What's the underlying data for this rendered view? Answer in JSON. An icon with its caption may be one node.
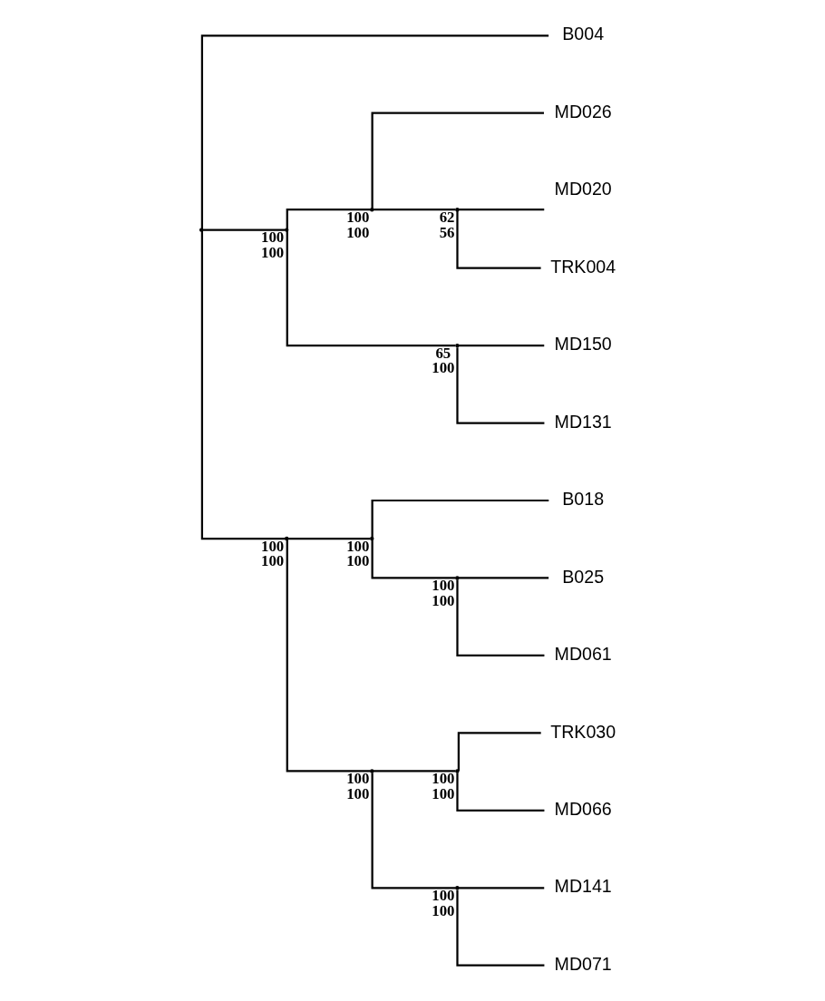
{
  "diagram": {
    "nodes": [
      {
        "text": [],
        "shape": "point"
      },
      {
        "text": [
          "B004"
        ]
      },
      {
        "text": [],
        "shape": "point",
        "beside": [
          "100",
          "100"
        ]
      },
      {
        "text": [],
        "shape": "point",
        "beside": [
          "100",
          "100"
        ]
      },
      {
        "text": [
          "MD026"
        ]
      },
      {
        "text": [],
        "shape": "point",
        "beside": [
          "62",
          "56"
        ]
      },
      {
        "text": [
          "MD020"
        ]
      },
      {
        "text": [
          "TRK004"
        ]
      },
      {
        "text": [],
        "shape": "point",
        "beside": [
          "65",
          "100"
        ]
      },
      {
        "text": [
          "MD150"
        ]
      },
      {
        "text": [
          "MD131"
        ]
      },
      {
        "text": [],
        "shape": "point",
        "beside": [
          "100",
          "100"
        ]
      },
      {
        "text": [],
        "shape": "point",
        "beside": [
          "100",
          "100"
        ]
      },
      {
        "text": [
          "B018"
        ]
      },
      {
        "text": [],
        "shape": "point",
        "beside": [
          "100",
          "100"
        ]
      },
      {
        "text": [
          "B025"
        ]
      },
      {
        "text": [
          "MD061"
        ]
      },
      {
        "text": [],
        "shape": "point",
        "beside": [
          "100",
          "100"
        ]
      },
      {
        "text": [],
        "shape": "point",
        "beside": [
          "100",
          "100"
        ]
      },
      {
        "text": [
          "TRK030"
        ]
      },
      {
        "text": [
          "MD066"
        ]
      },
      {
        "text": [],
        "shape": "point",
        "beside": [
          "100",
          "100"
        ]
      },
      {
        "text": [
          "MD141"
        ]
      },
      {
        "text": [
          "MD071"
        ]
      }
    ],
    "edges": [
      {
        "from": 0,
        "to": 1,
        "arrow": "none"
      },
      {
        "from": 0,
        "to": 2,
        "arrow": "none"
      },
      {
        "from": 2,
        "to": 3,
        "arrow": "none"
      },
      {
        "from": 3,
        "to": 4,
        "arrow": "none"
      },
      {
        "from": 3,
        "to": 5,
        "arrow": "none"
      },
      {
        "from": 5,
        "to": 6,
        "arrow": "none"
      },
      {
        "from": 5,
        "to": 7,
        "arrow": "none"
      },
      {
        "from": 2,
        "to": 8,
        "arrow": "none"
      },
      {
        "from": 8,
        "to": 9,
        "arrow": "none"
      },
      {
        "from": 8,
        "to": 10,
        "arrow": "none"
      },
      {
        "from": 0,
        "to": 11,
        "arrow": "none"
      },
      {
        "from": 11,
        "to": 12,
        "arrow": "none"
      },
      {
        "from": 12,
        "to": 13,
        "arrow": "none"
      },
      {
        "from": 12,
        "to": 14,
        "arrow": "none"
      },
      {
        "from": 14,
        "to": 15,
        "arrow": "none"
      },
      {
        "from": 14,
        "to": 16,
        "arrow": "none"
      },
      {
        "from": 11,
        "to": 17,
        "arrow": "none"
      },
      {
        "from": 17,
        "to": 18,
        "arrow": "none"
      },
      {
        "from": 18,
        "to": 19,
        "arrow": "none"
      },
      {
        "from": 18,
        "to": 20,
        "arrow": "none"
      },
      {
        "from": 17,
        "to": 21,
        "arrow": "none"
      },
      {
        "from": 21,
        "to": 22,
        "arrow": "none"
      },
      {
        "from": 21,
        "to": 23,
        "arrow": "none"
      }
    ]
  }
}
